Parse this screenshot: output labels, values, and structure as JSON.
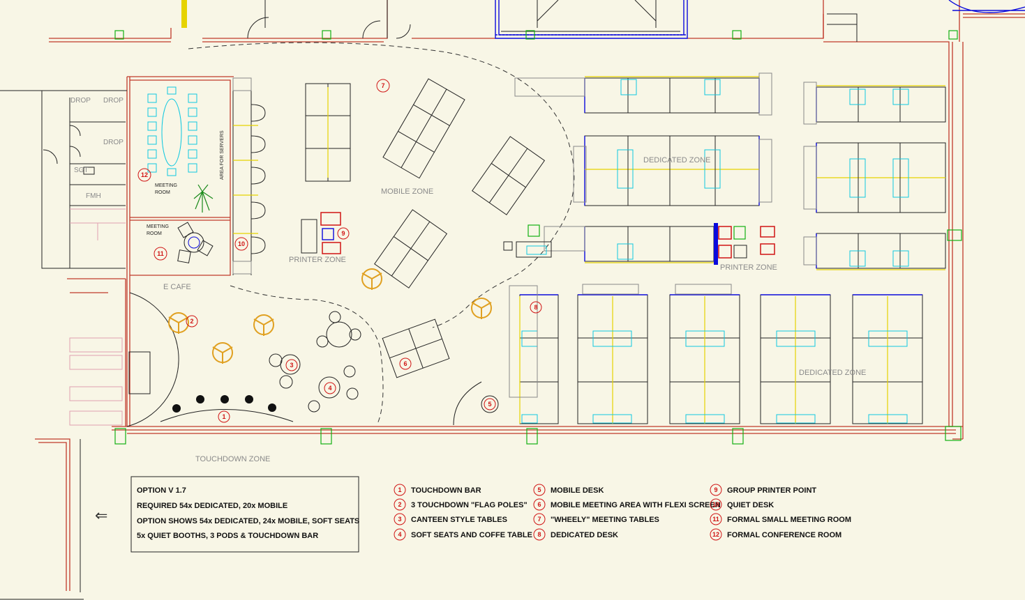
{
  "zones": {
    "mobile_zone": "MOBILE ZONE",
    "dedicated_zone_top": "DEDICATED ZONE",
    "dedicated_zone_bottom": "DEDICATED ZONE",
    "printer_zone_left": "PRINTER ZONE",
    "printer_zone_right": "PRINTER ZONE",
    "e_cafe": "E CAFE",
    "touchdown_zone": "TOUCHDOWN ZONE"
  },
  "rooms": {
    "meeting_room_a_line1": "MEETING",
    "meeting_room_a_line2": "ROOM",
    "meeting_room_b_line1": "MEETING",
    "meeting_room_b_line2": "ROOM",
    "servers": "AREA FOR SERVERS",
    "drop1": "DROP",
    "drop2": "DROP",
    "drop3": "DROP",
    "sgt": "SGT",
    "fmh": "FMH"
  },
  "markers": {
    "m1": "1",
    "m2": "2",
    "m3": "3",
    "m4": "4",
    "m5": "5",
    "m6": "6",
    "m7": "7",
    "m8": "8",
    "m9": "9",
    "m10": "10",
    "m11": "11",
    "m12": "12"
  },
  "option_box": {
    "title": "OPTION V 1.7",
    "line1": "REQUIRED 54x DEDICATED, 20x MOBILE",
    "line2": "OPTION SHOWS 54x DEDICATED, 24x MOBILE, SOFT SEATS",
    "line3": "5x QUIET BOOTHS, 3 PODS & TOUCHDOWN BAR"
  },
  "legend": [
    {
      "num": "1",
      "label": "TOUCHDOWN BAR"
    },
    {
      "num": "2",
      "label": "3 TOUCHDOWN \"FLAG POLES\""
    },
    {
      "num": "3",
      "label": "CANTEEN STYLE TABLES"
    },
    {
      "num": "4",
      "label": "SOFT SEATS AND COFFE TABLE"
    },
    {
      "num": "5",
      "label": "MOBILE DESK"
    },
    {
      "num": "6",
      "label": "MOBILE MEETING AREA WITH FLEXI SCREEN"
    },
    {
      "num": "7",
      "label": "\"WHEELY\" MEETING TABLES"
    },
    {
      "num": "8",
      "label": "DEDICATED DESK"
    },
    {
      "num": "9",
      "label": "GROUP PRINTER POINT"
    },
    {
      "num": "10",
      "label": "QUIET DESK"
    },
    {
      "num": "11",
      "label": "FORMAL SMALL MEETING ROOM"
    },
    {
      "num": "12",
      "label": "FORMAL CONFERENCE ROOM"
    }
  ],
  "arrow": "⇐",
  "colors": {
    "background": "#f8f6e6",
    "wall": "#c0392b",
    "marker": "#d01414",
    "screen": "#0a0adc",
    "chair_cyan": "#10c8e0",
    "divider_yellow": "#e6d300",
    "flag_pole": "#e0a020"
  }
}
